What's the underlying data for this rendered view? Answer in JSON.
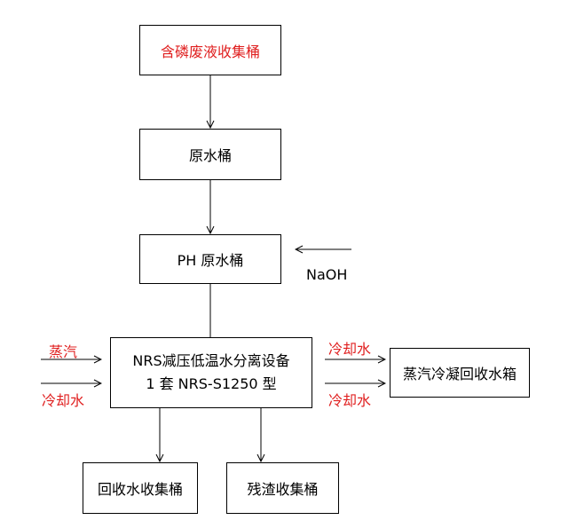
{
  "nodes": {
    "waste_bucket": "含磷废液收集桶",
    "raw_bucket": "原水桶",
    "ph_bucket": "PH 原水桶",
    "nrs_line1": "NRS减压低温水分离设备",
    "nrs_line2": "1 套 NRS-S1250 型",
    "condensate_tank": "蒸汽冷凝回收水箱",
    "recovered_bucket": "回收水收集桶",
    "residue_bucket": "残渣收集桶"
  },
  "labels": {
    "naoh": "NaOH",
    "steam_in": "蒸汽",
    "cooling_in": "冷却水",
    "cooling_out_top": "冷却水",
    "cooling_out_bottom": "冷却水"
  },
  "colors": {
    "accent_red": "#e02020"
  }
}
